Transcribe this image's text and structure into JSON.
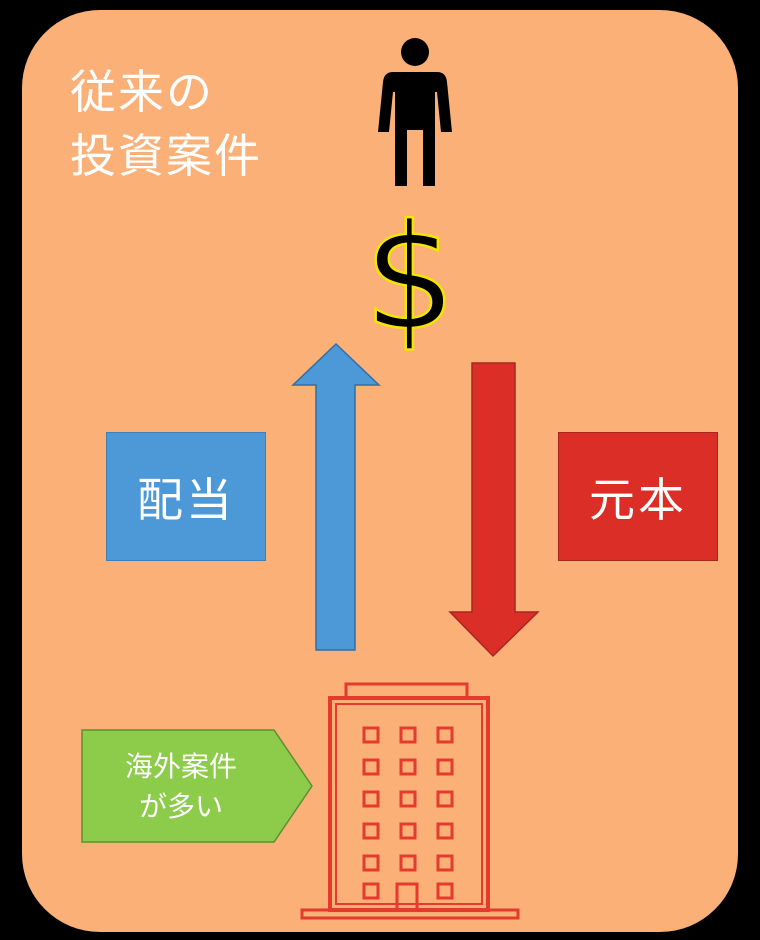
{
  "title": "従来の\n投資案件",
  "currency_symbol": "$",
  "dividend_label": "配当",
  "principal_label": "元本",
  "overseas_tag": "海外案件\nが多い",
  "icons": {
    "person": "person-icon",
    "building": "building-icon"
  },
  "colors": {
    "background": "#000000",
    "card": "#fbb078",
    "blue": "#4d99d8",
    "red": "#db2e27",
    "green": "#8ccc4a",
    "building_outline": "#e53a2e"
  }
}
